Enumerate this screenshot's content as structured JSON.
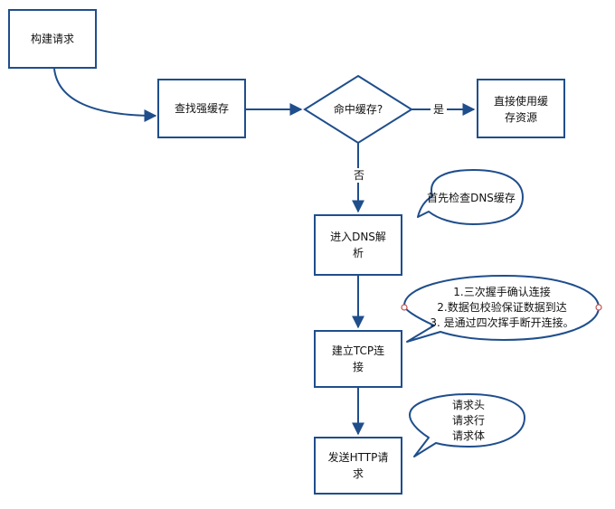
{
  "nodes": {
    "build_request": "构建请求",
    "check_strong_cache": "查找强缓存",
    "cache_hit_question": "命中缓存?",
    "use_cache": [
      "直接使用缓",
      "存资源"
    ],
    "dns_resolve": [
      "进入DNS解",
      "析"
    ],
    "tcp_connect": [
      "建立TCP连",
      "接"
    ],
    "send_http": [
      "发送HTTP请",
      "求"
    ]
  },
  "edges": {
    "yes": "是",
    "no": "否"
  },
  "notes": {
    "dns_note": "首先检查DNS缓存",
    "tcp_note": [
      "1.三次握手确认连接",
      "2.数据包校验保证数据到达",
      "3. 是通过四次挥手断开连接。"
    ],
    "http_note": [
      "请求头",
      "请求行",
      "请求体"
    ]
  },
  "colors": {
    "stroke": "#1f4e8c",
    "arrow": "#1f4e8c",
    "text": "#111111",
    "background": "#ffffff"
  }
}
